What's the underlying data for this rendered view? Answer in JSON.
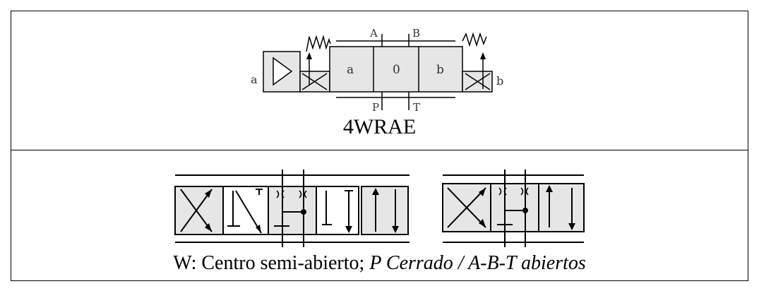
{
  "top_symbol": {
    "ports": {
      "a_top": "A",
      "b_top": "B",
      "p_bottom": "P",
      "t_bottom": "T"
    },
    "solenoid_left": "a",
    "solenoid_right": "b",
    "positions": {
      "left": "a",
      "center": "0",
      "right": "b"
    },
    "model": "4WRAE"
  },
  "bottom_caption": {
    "prefix": "W: Centro semi-abierto; ",
    "emphasis": "P Cerrado / A-B-T abiertos"
  },
  "colors": {
    "fill": "#e6e6e6",
    "stroke": "#000000",
    "label": "#333333"
  }
}
